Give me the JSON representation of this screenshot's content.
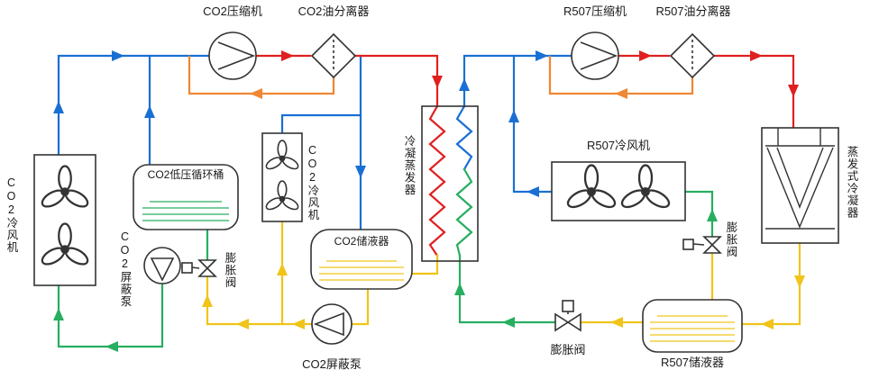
{
  "diagram": {
    "labels": {
      "co2_compressor": "CO2压缩机",
      "co2_oil_separator": "CO2油分离器",
      "r507_compressor": "R507压缩机",
      "r507_oil_separator": "R507油分离器",
      "co2_air_cooler_left": "CO2冷风机",
      "co2_air_cooler_mid": "CO2冷风机",
      "co2_lp_circulation_barrel": "CO2低压循环桶",
      "co2_canned_pump_top": "CO2屏蔽泵",
      "co2_canned_pump_bottom": "CO2屏蔽泵",
      "expansion_valve_co2": "膨胀阀",
      "co2_receiver": "CO2储液器",
      "cascade_condenser_evaporator": "冷凝蒸发器",
      "r507_air_cooler": "R507冷风机",
      "expansion_valve_r507_cooler": "膨胀阀",
      "expansion_valve_r507_main": "膨胀阀",
      "evaporative_condenser": "蒸发式冷凝器",
      "r507_receiver": "R507储液器"
    },
    "colors": {
      "suction_gas_line": "#1a6fd4",
      "discharge_gas_line": "#e02020",
      "oil_return_line": "#ef8733",
      "liquid_supply_line": "#27ae60",
      "liquid_line": "#f0c419",
      "component_outline": "#333333"
    }
  }
}
